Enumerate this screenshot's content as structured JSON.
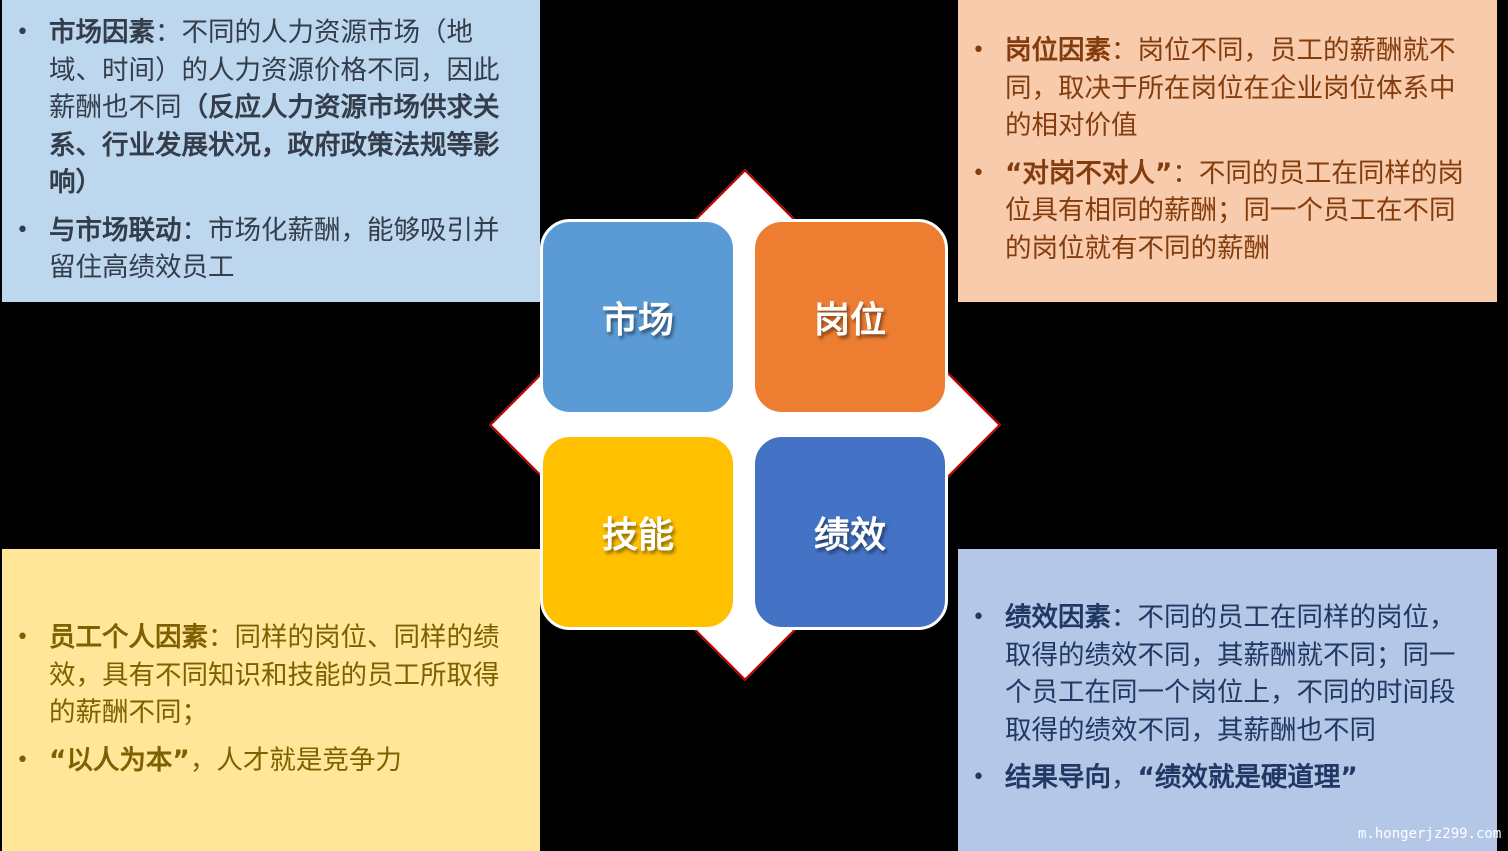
{
  "colors": {
    "background": "#000000",
    "market_tile": "#5B9BD5",
    "position_tile": "#ED7D31",
    "skill_tile": "#FFC000",
    "performance_tile": "#4472C4",
    "diamond_fill": "#FFFFFF",
    "diamond_border": "#C00000",
    "market_panel": "#BDD7EE",
    "position_panel": "#F8CBAD",
    "skill_panel": "#FFE699",
    "performance_panel": "#B4C7E7"
  },
  "center": {
    "tiles": [
      {
        "label": "市场"
      },
      {
        "label": "岗位"
      },
      {
        "label": "技能"
      },
      {
        "label": "绩效"
      }
    ]
  },
  "panels": {
    "market": {
      "items": [
        {
          "bullet": "•",
          "bold": "市场因素",
          "text": "：不同的人力资源市场（地域、时间）的人力资源价格不同，因此薪酬也不同",
          "bold2": "（反应人力资源市场供求关系、行业发展状况，政府政策法规等影响）"
        },
        {
          "bullet": "•",
          "bold": "与市场联动",
          "text": "：市场化薪酬，能够吸引并留住高绩效员工",
          "bold2": ""
        }
      ]
    },
    "position": {
      "items": [
        {
          "bullet": "•",
          "bold": "岗位因素",
          "text": "：岗位不同，员工的薪酬就不同，取决于所在岗位在企业岗位体系中的相对价值",
          "bold2": ""
        },
        {
          "bullet": "•",
          "bold": "“对岗不对人”",
          "text": "：不同的员工在同样的岗位具有相同的薪酬；同一个员工在不同的岗位就有不同的薪酬",
          "bold2": ""
        }
      ]
    },
    "skill": {
      "items": [
        {
          "bullet": "•",
          "bold": "员工个人因素",
          "text": "：同样的岗位、同样的绩效，具有不同知识和技能的员工所取得的薪酬不同；",
          "bold2": ""
        },
        {
          "bullet": "•",
          "bold": "“以人为本”",
          "text": "，人才就是竞争力",
          "bold2": ""
        }
      ]
    },
    "performance": {
      "items": [
        {
          "bullet": "•",
          "bold": "绩效因素",
          "text": "：不同的员工在同样的岗位，取得的绩效不同，其薪酬就不同；同一个员工在同一个岗位上，不同的时间段取得的绩效不同，其薪酬也不同",
          "bold2": ""
        },
        {
          "bullet": "•",
          "bold": "结果导向",
          "text": "，",
          "bold2": "“绩效就是硬道理”"
        }
      ]
    }
  },
  "watermark": "m.hongerjz299.com"
}
